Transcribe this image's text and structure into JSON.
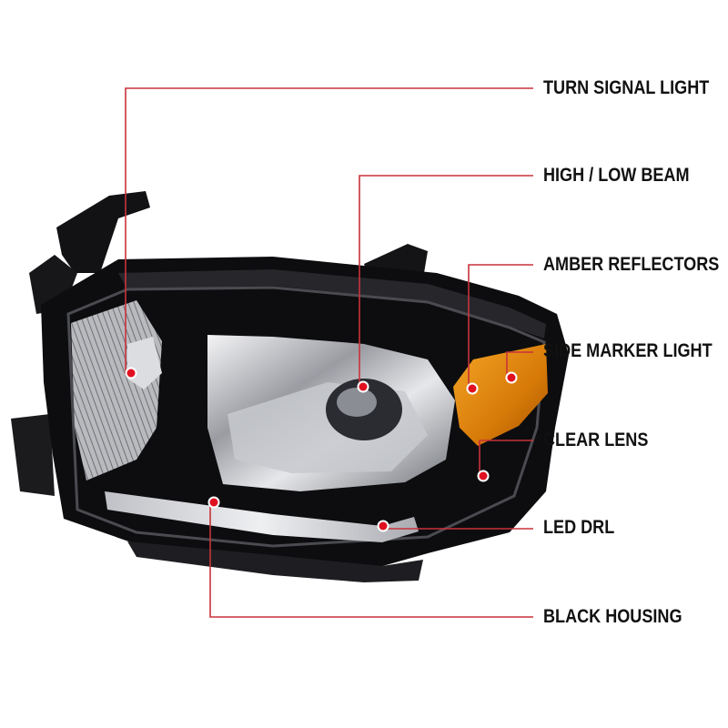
{
  "colors": {
    "leader_line": "#c9323c",
    "dot": "#e01020",
    "label_text": "#111111",
    "housing": "#0d0d0f",
    "amber": "#e88a10"
  },
  "callouts": [
    {
      "id": "turn-signal-light",
      "label": "TURN SIGNAL LIGHT"
    },
    {
      "id": "high-low-beam",
      "label": "HIGH / LOW BEAM"
    },
    {
      "id": "amber-reflectors",
      "label": "AMBER REFLECTORS"
    },
    {
      "id": "side-marker-light",
      "label": "SIDE MARKER LIGHT"
    },
    {
      "id": "clear-lens",
      "label": "CLEAR LENS"
    },
    {
      "id": "led-drl",
      "label": "LED DRL"
    },
    {
      "id": "black-housing",
      "label": "BLACK HOUSING"
    }
  ]
}
